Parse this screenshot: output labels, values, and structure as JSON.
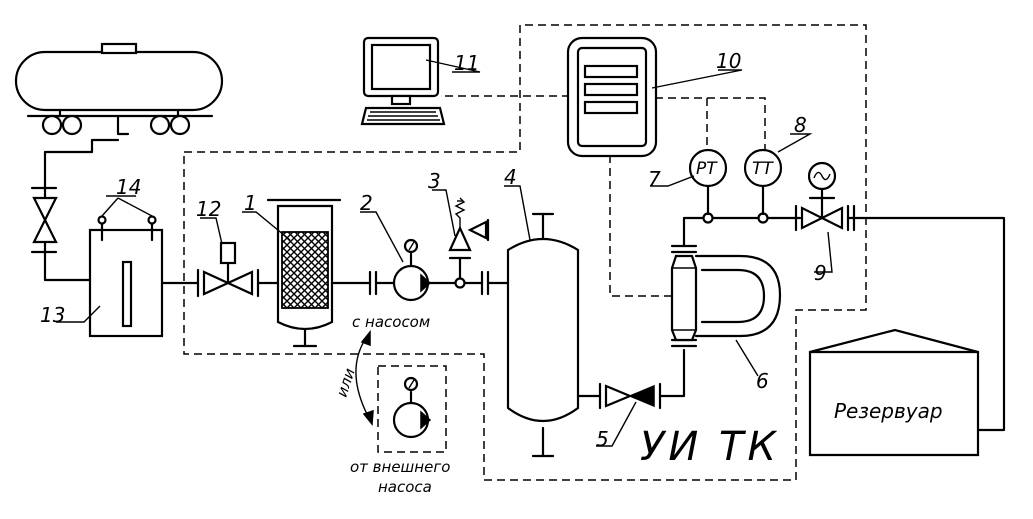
{
  "labels": {
    "n1": "1",
    "n2": "2",
    "n3": "3",
    "n4": "4",
    "n5": "5",
    "n6": "6",
    "n7": "7",
    "n8": "8",
    "n9": "9",
    "n10": "10",
    "n11": "11",
    "n12": "12",
    "n13": "13",
    "n14": "14"
  },
  "gauges": {
    "pressure": "PT",
    "temperature": "TT"
  },
  "notes": {
    "with_pump": "с насосом",
    "or": "или",
    "external_line1": "от внешнего",
    "external_line2": "насоса"
  },
  "reservoir": "Резервуар",
  "system_title": "УИ  ТК"
}
